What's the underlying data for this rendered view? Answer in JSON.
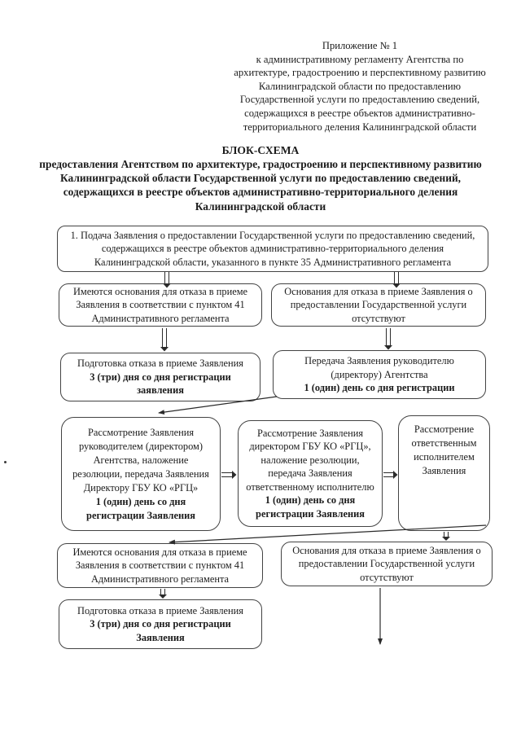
{
  "header": {
    "lines": [
      "Приложение № 1",
      "к административному регламенту Агентства по",
      "архитектуре, градостроению и перспективному развитию",
      "Калининградской области по предоставлению",
      "Государственной услуги по предоставлению сведений,",
      "содержащихся в реестре объектов административно-",
      "территориального деления Калининградской области"
    ]
  },
  "title": {
    "heading": "БЛОК-СХЕМА",
    "subtitle": "предоставления Агентством по архитектуре, градостроению и перспективному развитию Калининградской области Государственной услуги по предоставлению сведений, содержащихся в реестре объектов административно-территориального деления Калининградской области"
  },
  "flow": {
    "submission": {
      "text": "1. Подача Заявления о предоставлении Государственной услуги по предоставлению сведений, содержащихся в реестре объектов административно-территориального деления Калининградской области, указанного в пункте 35 Административного регламента"
    },
    "refusal_grounds_exist_1": {
      "text": "Имеются основания для отказа в приеме Заявления в соответствии с пунктом 41 Административного регламента"
    },
    "no_refusal_grounds_1": {
      "text": "Основания для отказа в приеме Заявления о предоставлении Государственной услуги отсутствуют"
    },
    "prepare_refusal_1": {
      "text": "Подготовка отказа в приеме Заявления",
      "term": "3 (три) дня со дня регистрации заявления"
    },
    "transfer_to_head": {
      "text": "Передача Заявления руководителю (директору) Агентства",
      "term": "1 (один) день со дня регистрации"
    },
    "review_by_head": {
      "text": "Рассмотрение Заявления руководителем (директором) Агентства, наложение резолюции, передача Заявления Директору ГБУ КО «РГЦ»",
      "term": "1 (один) день со дня регистрации Заявления"
    },
    "review_by_rgc_director": {
      "text": "Рассмотрение Заявления директором ГБУ КО «РГЦ», наложение резолюции, передача Заявления ответственному исполнителю",
      "term": "1 (один) день со дня регистрации Заявления"
    },
    "review_by_executor": {
      "text": "Рассмотрение ответственным исполнителем Заявления"
    },
    "refusal_grounds_exist_2": {
      "text": "Имеются основания для отказа в приеме Заявления в соответствии с пунктом 41 Административного регламента"
    },
    "no_refusal_grounds_2": {
      "text": "Основания для отказа в приеме Заявления о предоставлении Государственной услуги отсутствуют"
    },
    "prepare_refusal_2": {
      "text": "Подготовка отказа в приеме Заявления",
      "term": "3 (три) дня со дня регистрации Заявления"
    }
  },
  "colors": {
    "ink": "#1c1c1c",
    "box_border": "#434343",
    "paper": "#ffffff"
  }
}
